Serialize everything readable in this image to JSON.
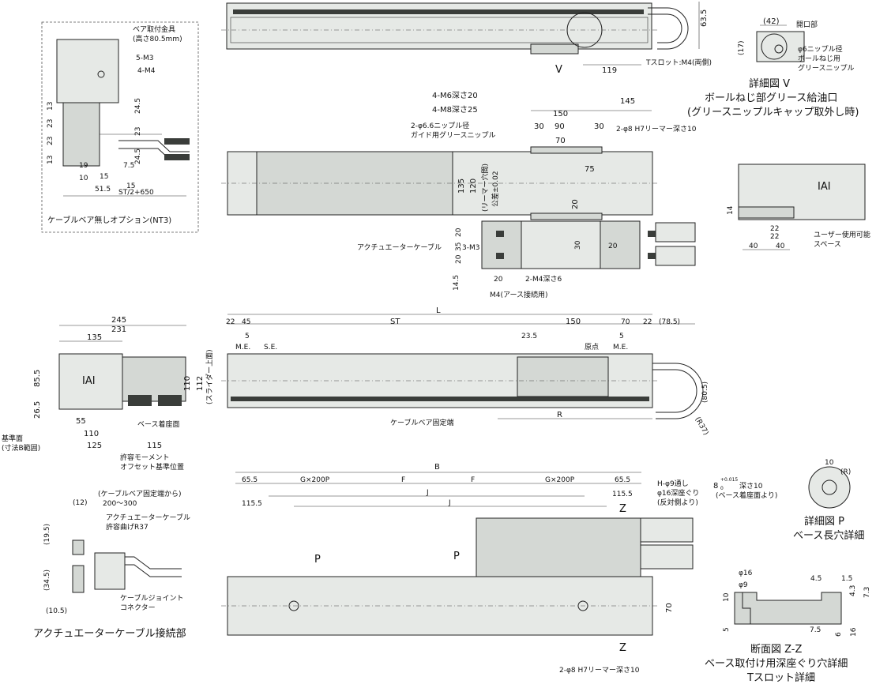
{
  "detail_v": {
    "dim_42": "(42)",
    "dim_17": "(17)",
    "opening": "開口部",
    "nipple_1": "φ6ニップル径",
    "nipple_2": "ボールねじ用",
    "nipple_3": "グリースニップル",
    "title_1": "詳細図 V",
    "title_2": "ボールねじ部グリース給油口",
    "title_3": "(グリースニップルキャップ取外し時)"
  },
  "top_view": {
    "dim_63_5": "63.5",
    "dim_119": "119",
    "label_v": "V",
    "tslot": "Tスロット:M4(両側)"
  },
  "nt3_box": {
    "bracket_1": "ベア取付金具",
    "bracket_2": "(高さ80.5mm)",
    "m3": "5-M3",
    "m4": "4-M4",
    "d13a": "13",
    "d23a": "23",
    "d23b": "23",
    "d23c": "23",
    "d13b": "13",
    "d24_5a": "24.5",
    "d24_5b": "24.5",
    "d7_5": "7.5",
    "d19": "19",
    "d15": "15",
    "d10": "10",
    "d51_5": "51.5",
    "d15b": "15",
    "st_650": "ST/2+650",
    "caption": "ケーブルベア無しオプション(NT3)"
  },
  "slider_view": {
    "m6": "4-M6深さ20",
    "m8": "4-M8深さ25",
    "nipple_1": "2-φ6.6ニップル径",
    "nipple_2": "ガイド用グリースニップル",
    "d150": "150",
    "d145": "145",
    "d30a": "30",
    "d90": "90",
    "d30b": "30",
    "d70": "70",
    "d75": "75",
    "pin": "2-φ8 H7リーマー深さ10",
    "d135": "135",
    "d120": "120",
    "reamer_1": "(リーマー穴間)",
    "reamer_2": "公差±0.02",
    "d20a": "20"
  },
  "cable_detail": {
    "actuator_cable": "アクチュエーターケーブル",
    "d35": "35",
    "m3": "3-M3",
    "d20b": "20",
    "d20c": "20",
    "d20d": "20",
    "d30": "30",
    "d20e": "20",
    "d14_5": "14.5",
    "m4_depth": "2-M4深さ6",
    "earth": "M4(アース接続用)"
  },
  "end_view_right": {
    "d14": "14",
    "d22a": "22",
    "d22b": "22",
    "d40a": "40",
    "d40b": "40",
    "user_space_1": "ユーザー使用可能",
    "user_space_2": "スペース"
  },
  "end_view_left": {
    "d245": "245",
    "d231": "231",
    "d135": "135",
    "d85_5": "85.5",
    "d26_5": "26.5",
    "d110": "110",
    "d112": "112",
    "slider_top": "(スライダー上面)",
    "d55": "55",
    "d110b": "110",
    "d125": "125",
    "d115": "115",
    "base_face": "ベース着座面",
    "ref_1": "基準面",
    "ref_2": "(寸法B範囲)",
    "moment_1": "許容モーメント",
    "moment_2": "オフセット基準位置",
    "logo": "IAI"
  },
  "side_view": {
    "L": "L",
    "d22a": "22",
    "d45": "45",
    "ST": "ST",
    "d150": "150",
    "d70": "70",
    "d22b": "22",
    "d78_5": "(78.5)",
    "d5a": "5",
    "me_a": "M.E.",
    "se": "S.E.",
    "d23_5": "23.5",
    "origin": "原点",
    "d5b": "5",
    "me_b": "M.E.",
    "d80_5": "(80.5)",
    "R": "R",
    "r37": "(R37)",
    "bear_end": "ケーブルベア固定端"
  },
  "bottom_view": {
    "B": "B",
    "d65_5a": "65.5",
    "g200a": "G×200P",
    "Fa": "F",
    "Fb": "F",
    "g200b": "G×200P",
    "d65_5b": "65.5",
    "d115_5a": "115.5",
    "Ja": "J",
    "Jb": "J",
    "d115_5b": "115.5",
    "h_1": "H-φ9通し",
    "h_2": "φ16深座ぐり",
    "h_3": "(反対側より)",
    "Za": "Z",
    "Zb": "Z",
    "Pa": "P",
    "Pb": "P",
    "d70": "70",
    "pin": "2-φ8 H7リーマー深さ10"
  },
  "cable_conn": {
    "d12": "(12)",
    "d19_5": "(19.5)",
    "d34_5": "(34.5)",
    "d10_5": "(10.5)",
    "from_1": "(ケーブルベア固定端から)",
    "from_2": "200〜300",
    "bend_1": "アクチュエーターケーブル",
    "bend_2": "許容曲げR37",
    "joint_1": "ケーブルジョイント",
    "joint_2": "コネクター",
    "caption": "アクチュエーターケーブル接続部"
  },
  "detail_p": {
    "d10": "10",
    "R": "(R)",
    "d8": "8",
    "tol_top": "+0.015",
    "tol_bot": "0",
    "depth": "深さ10",
    "from_base": "(ベース着座面より)",
    "title_1": "詳細図 P",
    "title_2": "ベース長穴詳細"
  },
  "section_zz": {
    "d16": "φ16",
    "d9": "φ9",
    "d4_5": "4.5",
    "d1_5": "1.5",
    "d10": "10",
    "d5": "5",
    "d4_3": "4.3",
    "d7_3": "7.3",
    "d7_5": "7.5",
    "d6": "6",
    "d16b": "16",
    "title_1": "断面図 Z-Z",
    "title_2": "ベース取付け用深座ぐり穴詳細",
    "title_3": "Tスロット詳細"
  }
}
